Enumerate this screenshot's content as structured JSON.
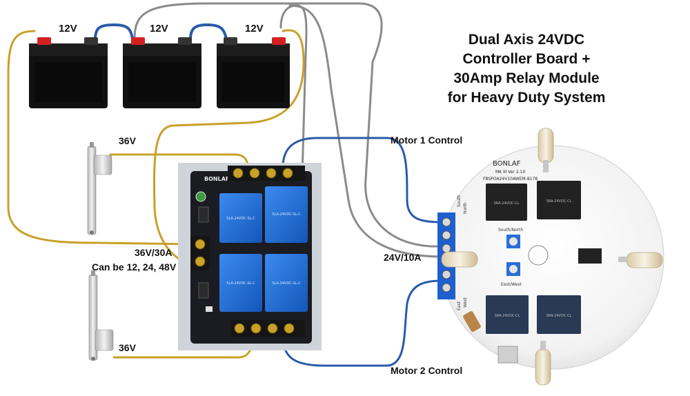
{
  "title": {
    "lines": [
      "Dual Axis 24VDC",
      "Controller Board +",
      "30Amp Relay Module",
      "for Heavy Duty System"
    ]
  },
  "batteries": [
    {
      "label": "12V"
    },
    {
      "label": "12V"
    },
    {
      "label": "12V"
    }
  ],
  "actuators": [
    {
      "label": "36V"
    },
    {
      "label": "36V"
    }
  ],
  "wire_labels": {
    "motor1": "Motor 1 Control",
    "motor2": "Motor 2 Control",
    "power_relay": "36V/30A",
    "power_controller": "24V/10A",
    "voltage_note": "Can be 12, 24, 48V"
  },
  "relay_module": {
    "brand": "BONLAF",
    "relays": [
      {
        "text": "SLA-24VDC-SL-C"
      },
      {
        "text": "SLA-24VDC-SL-C"
      },
      {
        "text": "SLA-24VDC-SL-C"
      },
      {
        "text": "SLA-24VDC-SL-C"
      }
    ]
  },
  "controller": {
    "brand": "BONLAF",
    "model": "MK III Ver 2.10",
    "board_id": "FBSPOA24V10AWEM-8178",
    "relays": [
      {
        "text": "SRA-24VDC-CL"
      },
      {
        "text": "SRA-24VDC-CL"
      },
      {
        "text": "SRA-24VDC-CL"
      },
      {
        "text": "SRA-24VDC-CL"
      }
    ],
    "directions": {
      "north": "North",
      "south": "South",
      "east": "East",
      "west": "West"
    },
    "axis_labels": {
      "south_north": "South/North",
      "east_west": "East/West"
    }
  },
  "colors": {
    "wire_gold": "#c8a028",
    "wire_blue": "#2a5aa8",
    "wire_gray": "#8a8a8a",
    "relay_blue": "#1f6fd0",
    "pcb_dark": "#1a1c22",
    "battery_black": "#111111",
    "terminal_blue": "#1e5fd0"
  }
}
